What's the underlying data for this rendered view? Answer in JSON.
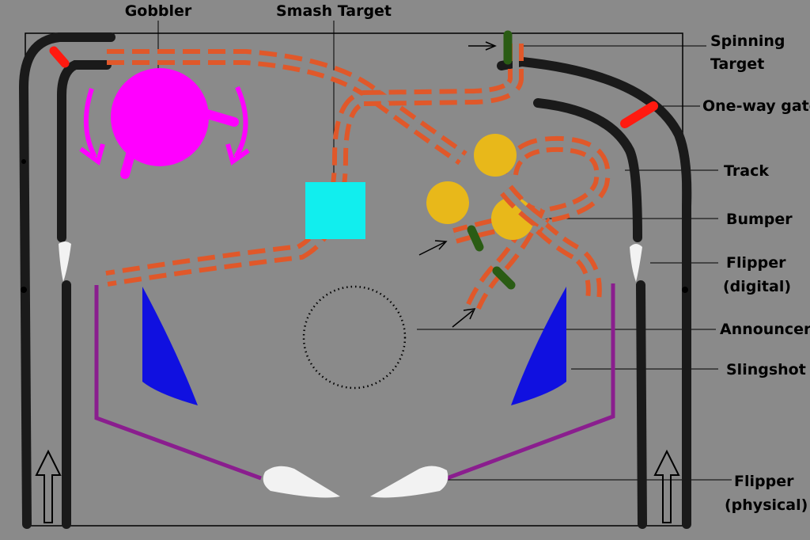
{
  "labels": {
    "gobbler": "Gobbler",
    "smash_target": "Smash Target",
    "spinning_target_1": "Spinning",
    "spinning_target_2": "Target",
    "one_way_gate": "One-way gate",
    "track": "Track",
    "bumper": "Bumper",
    "flipper_digital_1": "Flipper",
    "flipper_digital_2": "(digital)",
    "announcer": "Announcer",
    "slingshot": "Slingshot",
    "flipper_physical_1": "Flipper",
    "flipper_physical_2": "(physical)"
  },
  "colors": {
    "background": "#8a8a8a",
    "track": "#1a1a1a",
    "ball_path": "#e0582a",
    "gobbler": "#ff00ff",
    "smash_target": "#11eeee",
    "bumper": "#e8b81a",
    "slingshot": "#1010e0",
    "spinning_target": "#2a5c14",
    "one_way_gate": "#ff1a10",
    "flipper": "#f2f2f2",
    "sling_wall": "#8a1e8e"
  }
}
